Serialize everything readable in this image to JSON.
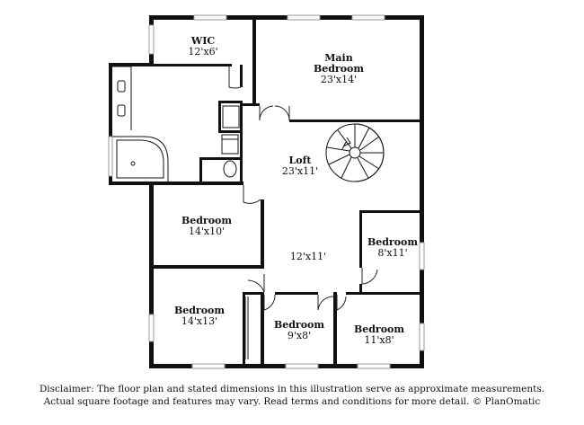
{
  "rooms": {
    "wic": {
      "name": "WIC",
      "dims": "12'x6'"
    },
    "main_bedroom": {
      "name_line1": "Main",
      "name_line2": "Bedroom",
      "dims": "23'x14'"
    },
    "loft": {
      "name": "Loft",
      "dims": "23'x11'"
    },
    "bedroom_1": {
      "name": "Bedroom",
      "dims": "14'x10'"
    },
    "hall": {
      "dims": "12'x11'"
    },
    "bedroom_2": {
      "name": "Bedroom",
      "dims": "8'x11'"
    },
    "bedroom_3": {
      "name": "Bedroom",
      "dims": "14'x13'"
    },
    "bedroom_4": {
      "name": "Bedroom",
      "dims": "9'x8'"
    },
    "bedroom_5": {
      "name": "Bedroom",
      "dims": "11'x8'"
    }
  },
  "disclaimer": {
    "line1": "Disclaimer: The floor plan and stated dimensions in this illustration serve as approximate measurements.",
    "line2": "Actual square footage and features may vary. Read terms and conditions for more detail. © PlanOmatic"
  }
}
